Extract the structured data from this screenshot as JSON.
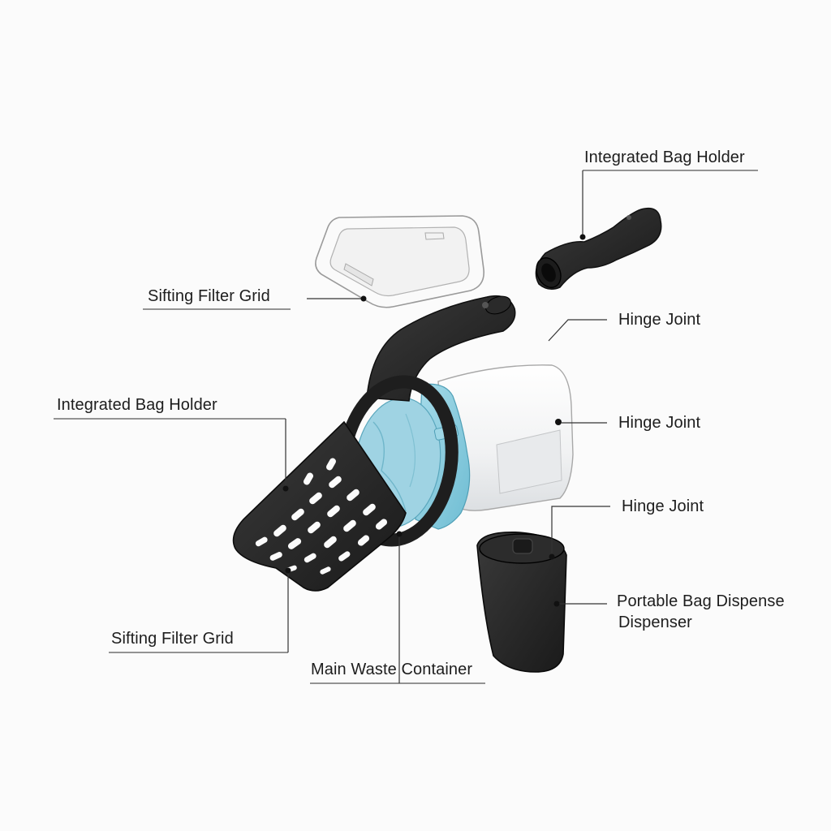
{
  "labels": {
    "bag_holder_top": "Integrated Bag Holder",
    "filter_grid_top": "Sifting Filter Grid",
    "hinge_joint_1": "Hinge Joint",
    "hinge_joint_2": "Hinge Joint",
    "hinge_joint_3": "Hinge Joint",
    "bag_holder_left": "Integrated Bag Holder",
    "filter_grid_bottom": "Sifting Filter Grid",
    "main_container": "Main Waste Container",
    "dispenser_line1": "Portable Bag Dispense",
    "dispenser_line2": "Dispenser"
  },
  "colors": {
    "handle": "#262626",
    "liner": "#8ecfe0",
    "body": "#f4f5f6",
    "lid": "#f7f7f7"
  }
}
